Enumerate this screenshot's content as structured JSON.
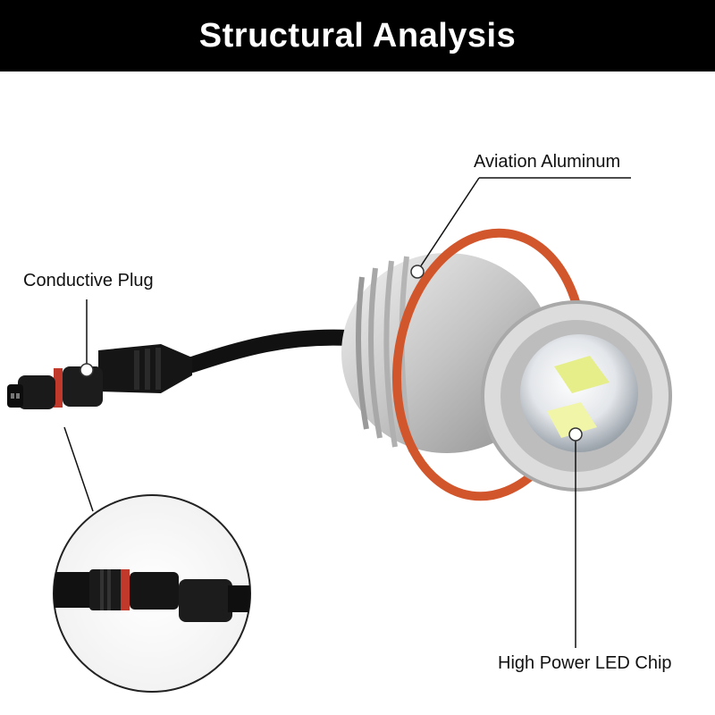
{
  "header": {
    "title": "Structural Analysis"
  },
  "callouts": {
    "conductive_plug": "Conductive Plug",
    "aviation_aluminum": "Aviation Aluminum",
    "led_chip": "High Power LED Chip"
  },
  "colors": {
    "header_bg": "#000000",
    "header_text": "#ffffff",
    "gasket": "#d2562c",
    "aluminum": "#c9c9c9",
    "cable": "#111111"
  }
}
